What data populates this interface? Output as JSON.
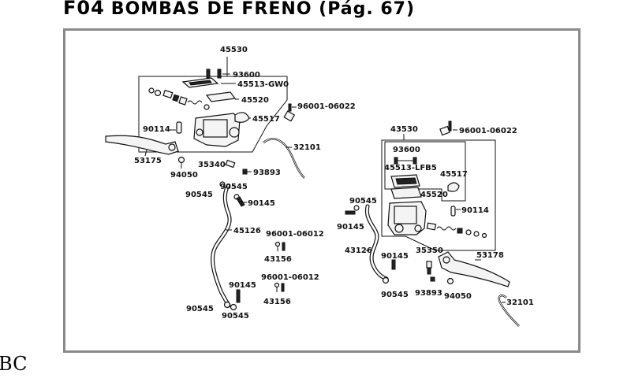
{
  "header": {
    "code": "F04",
    "title": "BOMBAS DE FRENO (Pág. 67)"
  },
  "corner_text": "BC",
  "diagram": {
    "left_assembly": {
      "labels": {
        "kit_main": "45530",
        "screw_cover": "93600",
        "cap": "45513-GW0",
        "diaphragm": "45520",
        "holder": "45517",
        "clip": "96001-06022",
        "switch": "90114",
        "lever": "53175",
        "screw_lever": "94050",
        "pivot": "35340",
        "nut": "93893",
        "cable": "32101",
        "washer_top_a": "90545",
        "washer_top_b": "90545",
        "bolt_top": "90145",
        "hose": "45126",
        "clamp_bolt_a": "96001-06012",
        "clamp_a": "43156",
        "clamp_bolt_b": "96001-06012",
        "clamp_b": "43156",
        "bolt_bottom": "90145",
        "washer_bottom_a": "90545",
        "washer_bottom_b": "90545"
      }
    },
    "right_assembly": {
      "labels": {
        "kit_main": "43530",
        "clip": "96001-06022",
        "screw_cover": "93600",
        "cap": "45513-LFB5",
        "holder": "45517",
        "diaphragm": "45520",
        "switch": "90114",
        "washer_top": "90545",
        "bolt_top": "90145",
        "hose": "43126",
        "bolt_mid": "90145",
        "washer_bottom": "90545",
        "pivot": "35350",
        "nut": "93893",
        "screw_lever": "94050",
        "lever": "53178",
        "cable": "32101"
      }
    }
  }
}
